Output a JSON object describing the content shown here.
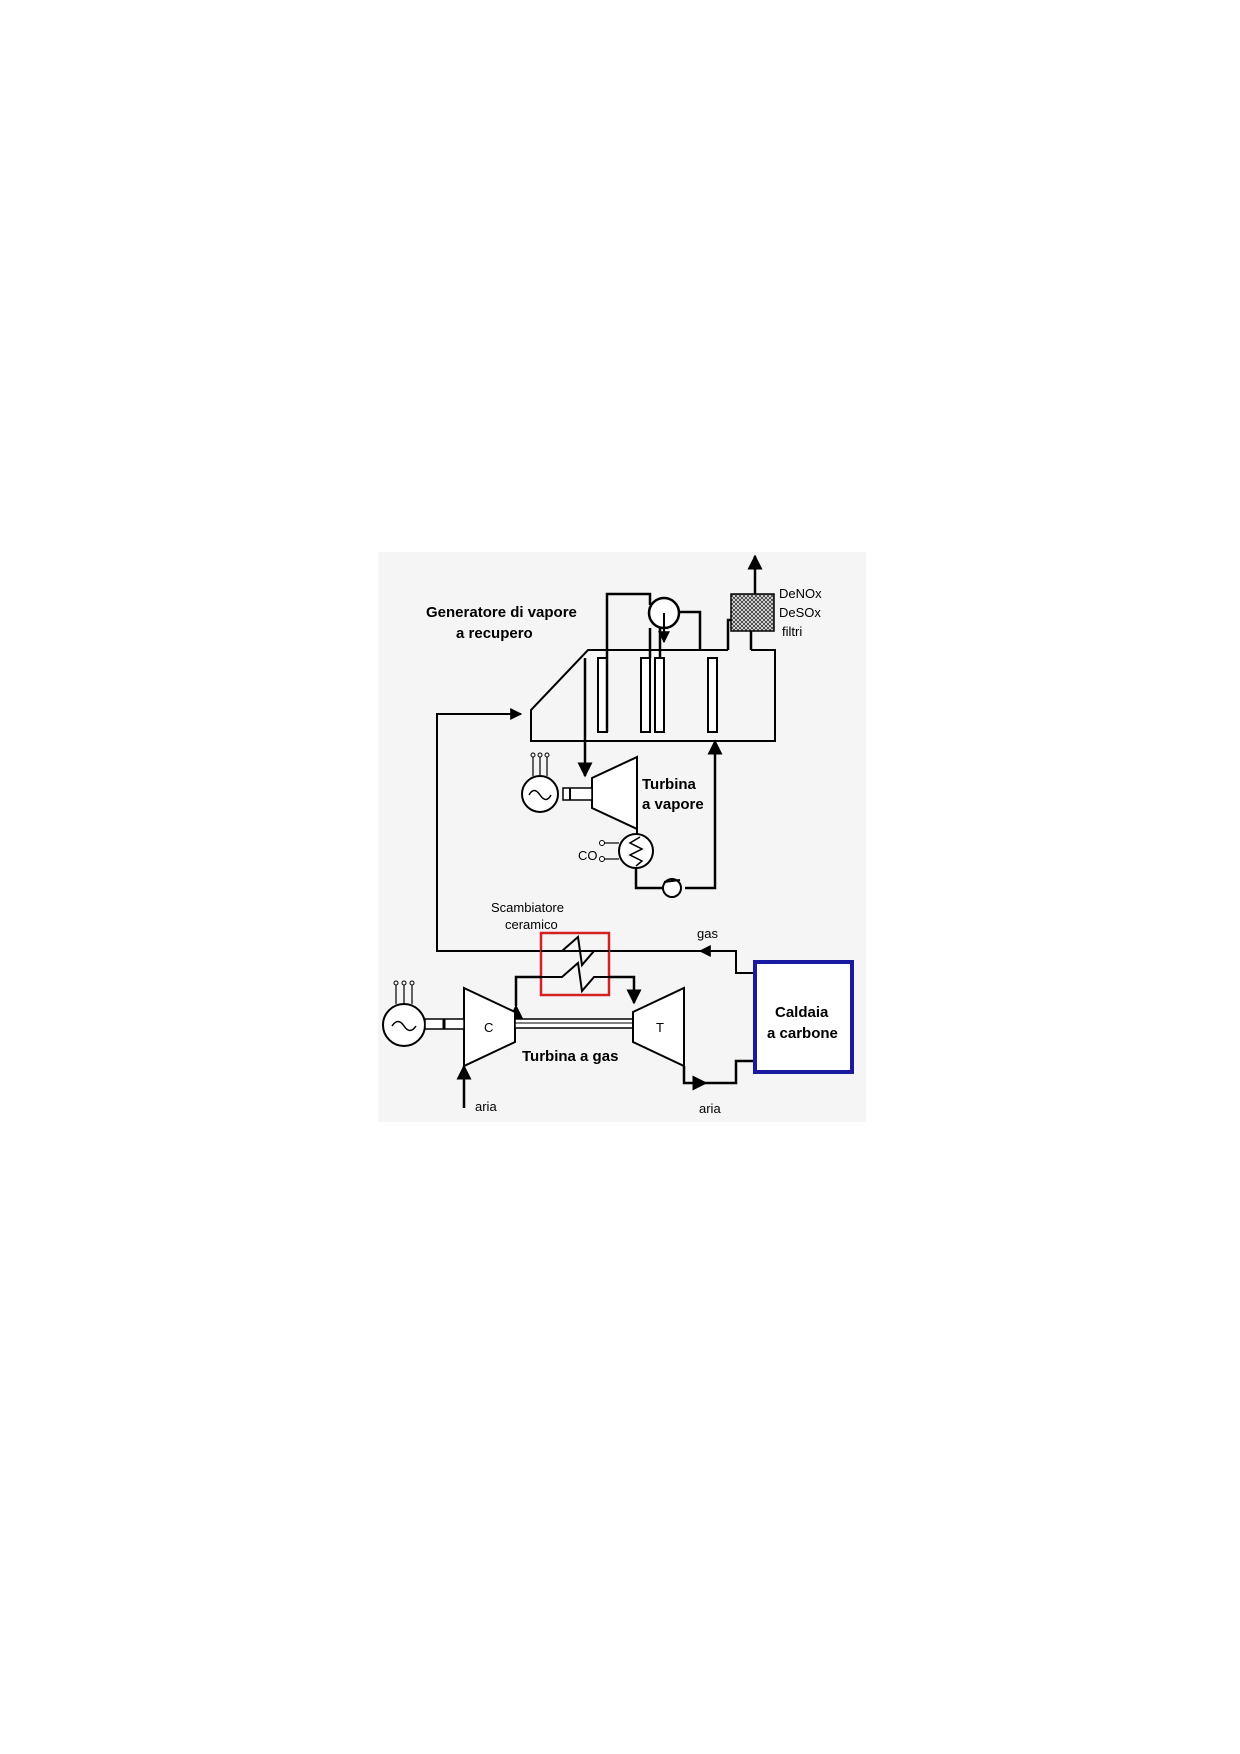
{
  "labels": {
    "hrsg_line1": "Generatore di vapore",
    "hrsg_line2": "a recupero",
    "denox": "DeNOx",
    "desox": "DeSOx",
    "filtri": "filtri",
    "steam_turbine_line1": "Turbina",
    "steam_turbine_line2": "a vapore",
    "condenser": "CO",
    "exchanger_line1": "Scambiatore",
    "exchanger_line2": "ceramico",
    "gas": "gas",
    "boiler_line1": "Caldaia",
    "boiler_line2": "a carbone",
    "compressor": "C",
    "turbine": "T",
    "gas_turbine": "Turbina a gas",
    "air_in": "aria",
    "air_out": "aria"
  },
  "colors": {
    "line": "#000000",
    "exchanger_highlight": "#d42020",
    "boiler_highlight": "#1a1aa0",
    "panel_background": "#f5f5f5",
    "filter_hatch": "#444444"
  }
}
